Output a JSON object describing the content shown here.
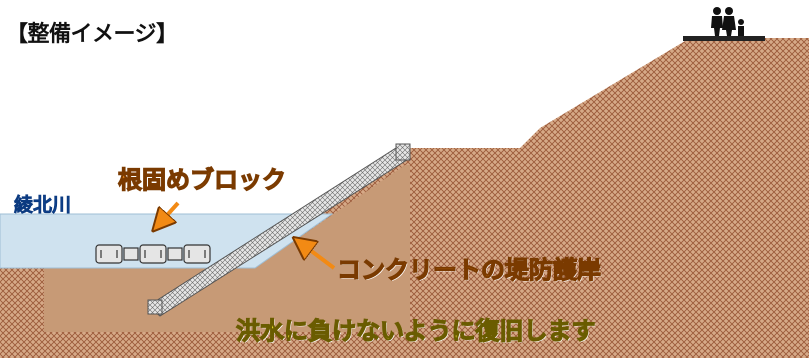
{
  "title": "【整備イメージ】",
  "river_name": "綾北川",
  "labels": {
    "blocks": "根固めブロック",
    "revetment": "コンクリートの堤防護岸",
    "message": "洪水に負けないように復旧します"
  },
  "icons": [
    "people-icon",
    "down-left-arrow-icon",
    "left-arrow-icon"
  ],
  "colors": {
    "soil": "#c8946c",
    "soil_hatch": "#9b5a3a",
    "embankment_core": "#c79a76",
    "water": "#cfe2ef",
    "revetment": "#d8d8d8",
    "label_orange": "#f28a14",
    "label_yellow": "#f6ea2c",
    "river_text": "#1f5fbf"
  }
}
